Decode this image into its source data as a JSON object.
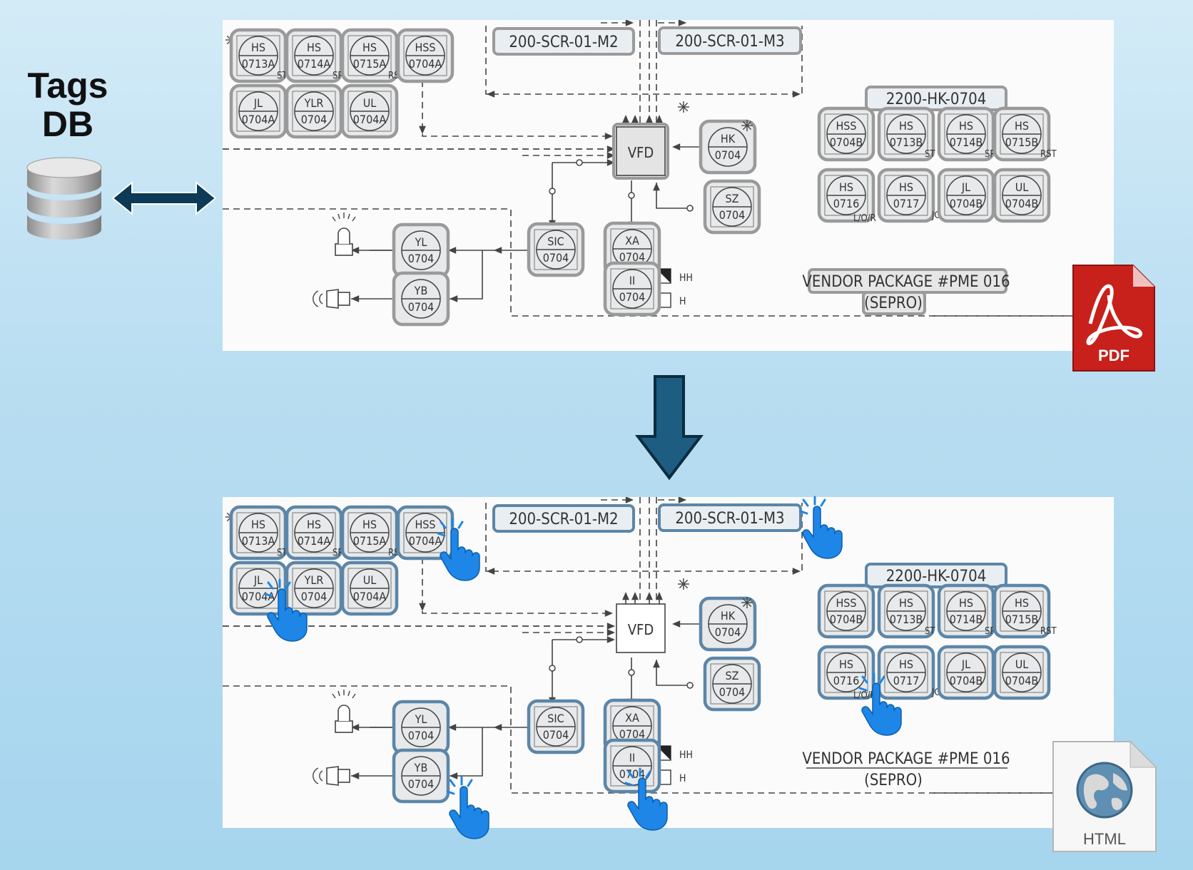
{
  "db": {
    "title_line1": "Tags",
    "title_line2": "DB"
  },
  "pdf_label": "PDF",
  "html_label": "HTML",
  "colors": {
    "pdf_hl": "#9a9a9a",
    "html_hl": "#5c86a8",
    "line": "#444444",
    "bg": "#fbfbfb",
    "arrow": "#1d5577",
    "hand": "#1e86e6",
    "pdf_red": "#c8201b"
  },
  "drawing": {
    "panels": [
      "pdf",
      "html"
    ],
    "instruments": [
      {
        "id": "HS-0713A",
        "top": "HS",
        "bottom": "0713A",
        "suffix": "ST",
        "kind": "disc"
      },
      {
        "id": "HS-0714A",
        "top": "HS",
        "bottom": "0714A",
        "suffix": "SP",
        "kind": "disc"
      },
      {
        "id": "HS-0715A",
        "top": "HS",
        "bottom": "0715A",
        "suffix": "RST",
        "kind": "disc"
      },
      {
        "id": "HSS-0704A",
        "top": "HSS",
        "bottom": "0704A",
        "suffix": "",
        "kind": "disc"
      },
      {
        "id": "JL-0704A",
        "top": "JL",
        "bottom": "0704A",
        "suffix": "",
        "kind": "disc"
      },
      {
        "id": "YLR-0704",
        "top": "YLR",
        "bottom": "0704",
        "suffix": "",
        "kind": "disc"
      },
      {
        "id": "UL-0704A",
        "top": "UL",
        "bottom": "0704A",
        "suffix": "",
        "kind": "disc"
      },
      {
        "id": "HK-0704",
        "top": "HK",
        "bottom": "0704",
        "suffix": "",
        "kind": "circle"
      },
      {
        "id": "SZ-0704",
        "top": "SZ",
        "bottom": "0704",
        "suffix": "",
        "kind": "disc"
      },
      {
        "id": "SIC-0704",
        "top": "SIC",
        "bottom": "0704",
        "suffix": "",
        "kind": "disc"
      },
      {
        "id": "XA-0704",
        "top": "XA",
        "bottom": "0704",
        "suffix": "",
        "kind": "disc"
      },
      {
        "id": "II-0704",
        "top": "II",
        "bottom": "0704",
        "suffix": "",
        "kind": "disc"
      },
      {
        "id": "YL-0704",
        "top": "YL",
        "bottom": "0704",
        "suffix": "",
        "kind": "circle"
      },
      {
        "id": "YB-0704",
        "top": "YB",
        "bottom": "0704",
        "suffix": "",
        "kind": "circle"
      },
      {
        "id": "HSS-0704B",
        "top": "HSS",
        "bottom": "0704B",
        "suffix": "",
        "kind": "disc"
      },
      {
        "id": "HS-0713B",
        "top": "HS",
        "bottom": "0713B",
        "suffix": "ST",
        "kind": "disc"
      },
      {
        "id": "HS-0714B",
        "top": "HS",
        "bottom": "0714B",
        "suffix": "SP",
        "kind": "disc"
      },
      {
        "id": "HS-0715B",
        "top": "HS",
        "bottom": "0715B",
        "suffix": "RST",
        "kind": "disc"
      },
      {
        "id": "HS-0716",
        "top": "HS",
        "bottom": "0716",
        "suffix": "L/O/R",
        "kind": "disc"
      },
      {
        "id": "HS-0717",
        "top": "HS",
        "bottom": "0717",
        "suffix": "JOG",
        "kind": "disc"
      },
      {
        "id": "JL-0704B",
        "top": "JL",
        "bottom": "0704B",
        "suffix": "",
        "kind": "disc"
      },
      {
        "id": "UL-0704B",
        "top": "UL",
        "bottom": "0704B",
        "suffix": "",
        "kind": "disc"
      }
    ],
    "tags": [
      {
        "id": "200-SCR-01-M2",
        "text": "200-SCR-01-M2"
      },
      {
        "id": "200-SCR-01-M3",
        "text": "200-SCR-01-M3"
      },
      {
        "id": "2200-HK-0704",
        "text": "2200-HK-0704"
      }
    ],
    "vfd_label": "VFD",
    "alarm_hh": "HH",
    "alarm_h": "H",
    "vendor_line1": "VENDOR PACKAGE #PME 016",
    "vendor_line2": "(SEPRO)"
  }
}
